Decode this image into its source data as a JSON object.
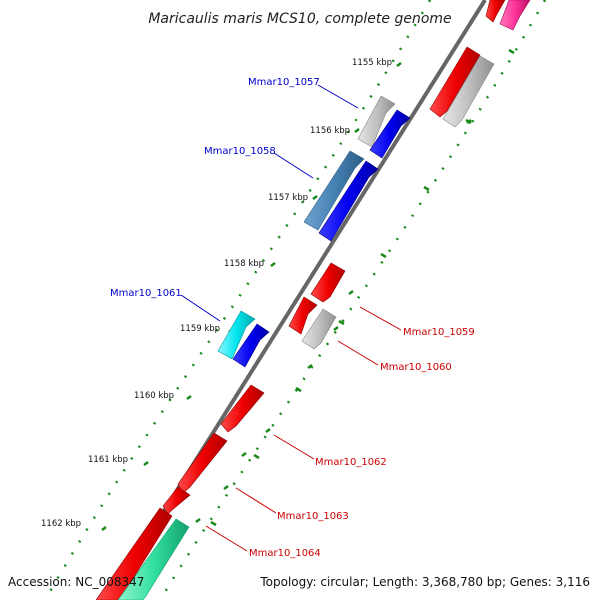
{
  "title": "Maricaulis maris MCS10, complete genome",
  "footer": {
    "accession": "Accession: NC_008347",
    "summary": "Topology: circular; Length: 3,368,780 bp; Genes: 3,116"
  },
  "ticks": [
    "1155 kbp",
    "1156 kbp",
    "1157 kbp",
    "1158 kbp",
    "1159 kbp",
    "1160 kbp",
    "1161 kbp",
    "1162 kbp"
  ],
  "gene_labels": [
    {
      "text": "Mmar10_1057",
      "color": "#0000cc"
    },
    {
      "text": "Mmar10_1058",
      "color": "#0000cc"
    },
    {
      "text": "Mmar10_1061",
      "color": "#0000cc"
    },
    {
      "text": "Mmar10_1059",
      "color": "#cc0000"
    },
    {
      "text": "Mmar10_1060",
      "color": "#cc0000"
    },
    {
      "text": "Mmar10_1062",
      "color": "#cc0000"
    },
    {
      "text": "Mmar10_1063",
      "color": "#cc0000"
    },
    {
      "text": "Mmar10_1064",
      "color": "#cc0000"
    }
  ],
  "colors": {
    "backbone": "#777777",
    "gc_dots": "#1a8a1a",
    "forward_cds": "#0000ee",
    "reverse_cds": "#ee0000",
    "gray_feature": "#bbbbbb",
    "steelblue_feature": "#4682b4",
    "cyan_feature": "#00e5ee",
    "pink_feature": "#ff3399",
    "aquamarine_feature": "#33e0a0"
  }
}
